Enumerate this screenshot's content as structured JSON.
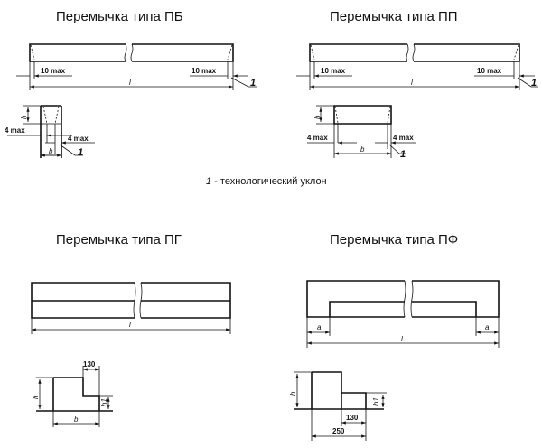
{
  "pb": {
    "title": "Перемычка типа ПБ",
    "dim_left": "10 max",
    "dim_right": "10 max",
    "length": "l",
    "callout": "1",
    "h": "h",
    "b": "b",
    "taper_left": "4 max",
    "taper_right": "4 max",
    "section_callout": "1"
  },
  "pp": {
    "title": "Перемычка типа ПП",
    "dim_left": "10 max",
    "dim_right": "10 max",
    "length": "l",
    "callout": "1",
    "h": "h",
    "b": "b",
    "taper_left": "4 max",
    "taper_right": "4 max",
    "section_callout": "1"
  },
  "legend": {
    "number": "1",
    "text": " - технологический уклон"
  },
  "pg": {
    "title": "Перемычка типа ПГ",
    "length": "l",
    "h": "h",
    "h1": "h1",
    "b": "b",
    "notch": "130"
  },
  "pf": {
    "title": "Перемычка типа ПФ",
    "a_left": "a",
    "a_right": "a",
    "length": "l",
    "h": "h",
    "h1": "h1",
    "step": "130",
    "width": "250"
  }
}
